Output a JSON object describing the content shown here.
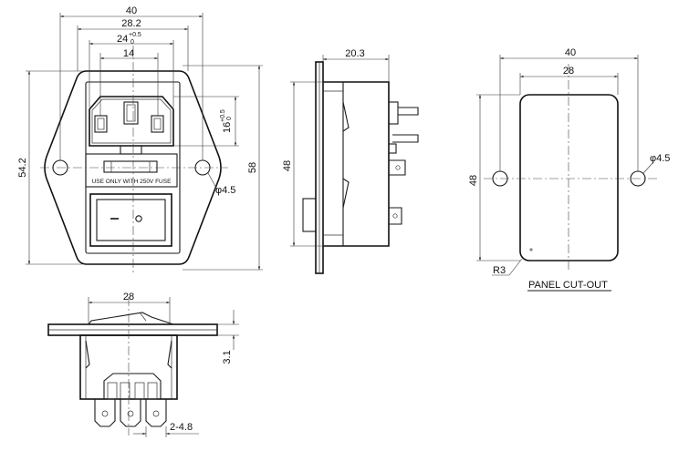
{
  "front_view": {
    "dim_width_overall": "40",
    "dim_width_body": "28.2",
    "dim_inlet_width": "24",
    "dim_inlet_tol_plus": "+0.5",
    "dim_inlet_tol_minus": "0",
    "dim_pin_span": "14",
    "dim_inlet_height": "16",
    "dim_inlet_h_tol_plus": "+0.5",
    "dim_inlet_h_tol_minus": "0",
    "dim_hole_span": "54.2",
    "dim_height": "58",
    "dim_hole_dia": "φ4.5",
    "fuse_label": "USE ONLY WITH 250V FUSE"
  },
  "side_view": {
    "dim_depth": "20.3",
    "dim_height": "48"
  },
  "bottom_view": {
    "dim_width": "28",
    "dim_flange": "3.1",
    "dim_tab": "2-4.8"
  },
  "panel_cutout": {
    "dim_width_overall": "40",
    "dim_width": "28",
    "dim_height": "48",
    "dim_hole_dia": "φ4.5",
    "dim_radius": "R3",
    "caption": "PANEL CUT-OUT"
  }
}
